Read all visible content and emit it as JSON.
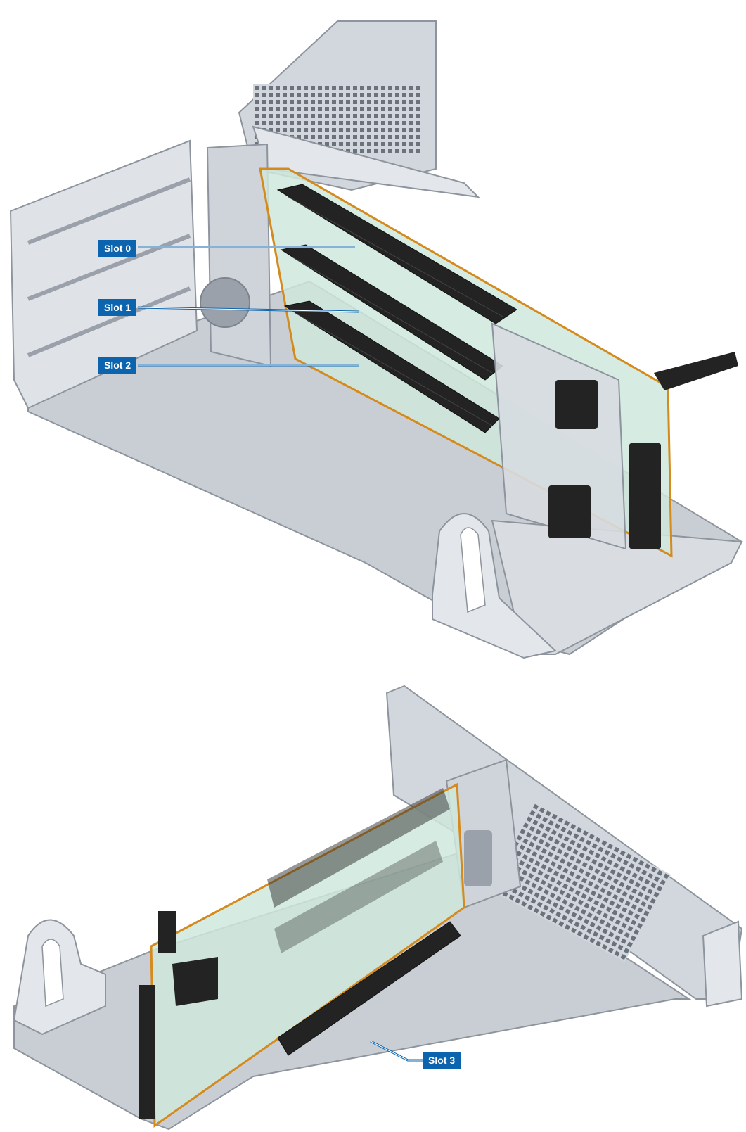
{
  "figure": {
    "top_view": "riser-cage-upper",
    "bottom_view": "riser-cage-lower"
  },
  "callouts": {
    "slot0": "Slot 0",
    "slot1": "Slot 1",
    "slot2": "Slot 2",
    "slot3": "Slot 3"
  },
  "colors": {
    "callout_bg": "#0b64ad",
    "callout_text": "#ffffff",
    "leader_line": "#0b64ad",
    "metal_light": "#dfe3e8",
    "metal_mid": "#b7bdc5",
    "metal_dark": "#8d949d",
    "pcb_green": "#cfe8dc",
    "pcb_edge": "#d48a1c",
    "connector_black": "#232323"
  }
}
